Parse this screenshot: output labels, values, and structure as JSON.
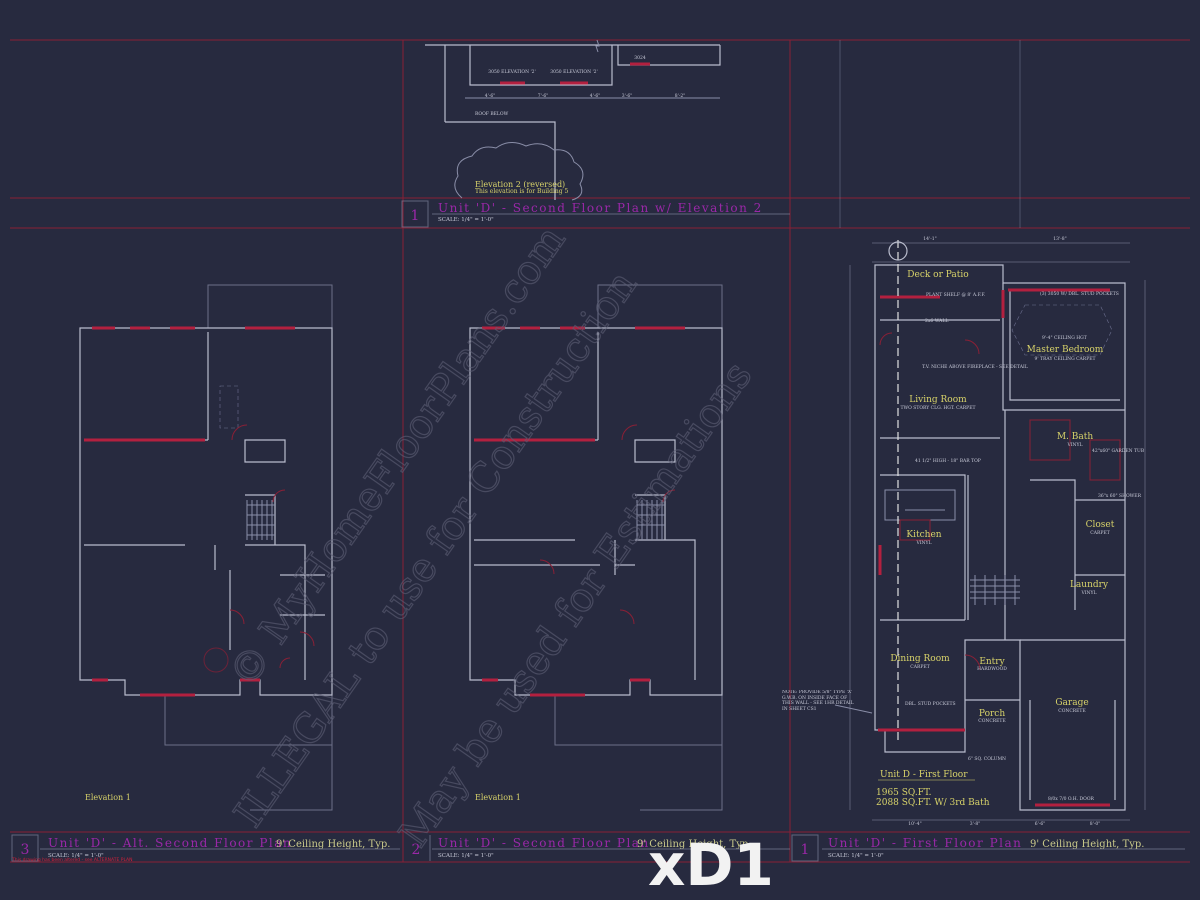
{
  "sheet_label": "xD1",
  "watermark": {
    "line1": "© MyHomeFloorPlans.com",
    "line2": "ILLEGAL to use for Construction",
    "line3": "May be used for Estimations"
  },
  "drawings": {
    "top": {
      "number": "1",
      "title": "Unit 'D' - Second Floor Plan w/ Elevation 2",
      "scale": "SCALE: 1/4\" = 1'-0\"",
      "cloud_note_1": "Elevation 2 (reversed)",
      "cloud_note_2": "This elevation is for Building 5",
      "windows": [
        "3050 ELEVATION '2'",
        "3050 ELEVATION '2'",
        "3024"
      ],
      "dims": [
        "4'-6\"",
        "7'-6\"",
        "4'-6\"",
        "3'-6\"",
        "8'-2\""
      ],
      "roof_note": "ROOF BELOW"
    },
    "left": {
      "number": "3",
      "title": "Unit 'D' - Alt. Second Floor Plan",
      "ceiling": "9' Ceiling Height, Typ.",
      "scale": "SCALE: 1/4\" = 1'-0\"",
      "elevation": "Elevation 1",
      "red_note": "This drawing has been altered - see ALTERNATE PLAN"
    },
    "middle": {
      "number": "2",
      "title": "Unit 'D' - Second Floor Plan",
      "ceiling": "9' Ceiling Height, Typ.",
      "scale": "SCALE: 1/4\" = 1'-0\"",
      "elevation": "Elevation 1"
    },
    "right": {
      "number": "1",
      "title": "Unit 'D' - First Floor Plan",
      "ceiling": "9' Ceiling Height, Typ.",
      "scale": "SCALE: 1/4\" = 1'-0\"",
      "plan_label": "Unit D - First Floor",
      "sqft_1": "1965 SQ.FT.",
      "sqft_2": "2088 SQ.FT. W/ 3rd Bath",
      "rooms": [
        {
          "name": "Deck or Patio",
          "sub": ""
        },
        {
          "name": "Master Bedroom",
          "sub": "9' TRAY CEILING CARPET"
        },
        {
          "name": "Living Room",
          "sub": "TWO STORY CLG. HGT. CARPET"
        },
        {
          "name": "M. Bath",
          "sub": "VINYL"
        },
        {
          "name": "Kitchen",
          "sub": "VINYL"
        },
        {
          "name": "Closet",
          "sub": "CARPET"
        },
        {
          "name": "Laundry",
          "sub": "VINYL"
        },
        {
          "name": "Dining Room",
          "sub": "CARPET"
        },
        {
          "name": "Entry",
          "sub": "HARDWOOD"
        },
        {
          "name": "Porch",
          "sub": "CONCRETE"
        },
        {
          "name": "Garage",
          "sub": "CONCRETE"
        }
      ],
      "notes": {
        "plant_shelf": "PLANT SHELF @ 8' A.F.F.",
        "wall": "2x6 WALL",
        "tv_niche": "T.V. NICHE ABOVE FIREPLACE - SEE DETAIL",
        "bar_top": "41 1/2\" HIGH - 18\" BAR TOP",
        "ceiling_hgt": "9'-4\" CEILING HGT",
        "windows_master": "(3) 3050 W/ DBL. STUD POCKETS",
        "garden_tub": "42\"x60\" GARDEN TUB",
        "shower": "36\"x 60\" SHOWER",
        "garage_door": "8/0x 7/0 O.H. DOOR",
        "dining_windows": "DBL. STUD POCKETS",
        "post": "6\" SQ. COLUMN",
        "note_left": "NOTE: PROVIDE 5/8\" TYPE 'X' G.W.B. ON INSIDE FACE OF THIS WALL - SEE 1HR DETAIL IN SHEET CS1",
        "dims_top": [
          "14'-1\"",
          "13'-8\""
        ],
        "dims_bottom": [
          "10'-4\"",
          "3'-8\"",
          "6'-6\"",
          "8'-0\""
        ]
      }
    }
  }
}
